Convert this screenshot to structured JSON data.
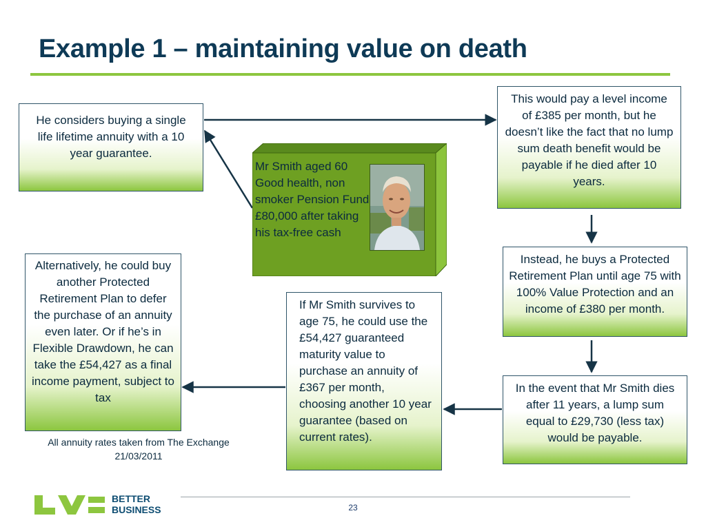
{
  "slide": {
    "title": "Example 1 – maintaining value on death",
    "page_number": "23",
    "footnote": "All annuity rates taken from The Exchange 21/03/2011"
  },
  "profile": {
    "text": "Mr Smith aged 60 Good health, non smoker Pension Fund £80,000 after taking his tax-free cash"
  },
  "boxes": {
    "consider": "He considers buying a single life lifetime annuity with a 10 year guarantee.",
    "level_income": "This would pay a level income of £385 per month, but he doesn’t like the fact that no lump sum death benefit would be payable if he died after 10 years.",
    "protected_plan": "Instead, he buys a Protected Retirement Plan until age 75 with 100% Value Protection and an income of £380 per month.",
    "event_death": "In the event that Mr Smith dies after 11 years, a lump sum equal to £29,730 (less tax) would be payable.",
    "survives": "If Mr Smith survives to age 75, he could use the £54,427 guaranteed maturity value to purchase an annuity of £367 per month, choosing another 10 year guarantee (based on current rates).",
    "alternatively": "Alternatively, he could buy another Protected Retirement Plan to defer the purchase of an annuity even later. Or if he’s in Flexible Drawdown, he can take the £54,427 as a final income payment, subject to tax"
  },
  "logo": {
    "brand": "LV=",
    "tagline_line1": "BETTER",
    "tagline_line2": "BUSINESS"
  },
  "colors": {
    "title": "#0e3a56",
    "accent_green": "#8dc63f",
    "box_border": "#2e5468",
    "cube_front": "#6ea022",
    "arrow": "#163446"
  }
}
